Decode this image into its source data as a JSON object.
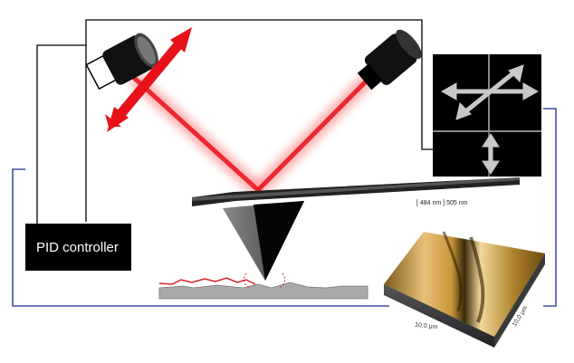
{
  "controller": {
    "label": "PID controller"
  },
  "afm_image": {
    "height_scale_label": "[ 484 nm ] 505 nm",
    "x_axis_label": "10,0 µm",
    "y_axis_label": "10,0 µm"
  },
  "colors": {
    "laser": "#e8111a",
    "wire": "#000000",
    "feedback_wire": "#1a2a8c",
    "topography_trace": "#d8202a",
    "sample": "#a9a9a9"
  },
  "icons": [
    "laser-diode-icon",
    "photodetector-icon",
    "tilt-arrow-icon",
    "cantilever-icon",
    "tip-icon"
  ]
}
